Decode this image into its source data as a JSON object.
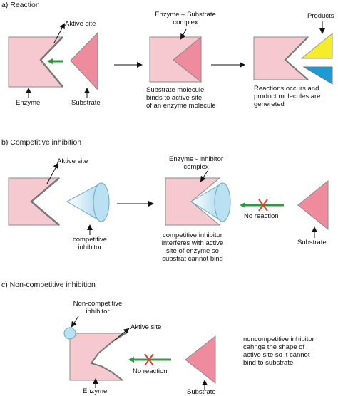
{
  "sections": {
    "reaction": {
      "title": "a) Reaction",
      "active_site": "Aktive site",
      "enzyme": "Enzyme",
      "substrate": "Substrate",
      "complex_line1": "Enzyme – Substrate",
      "complex_line2": "complex",
      "caption1_line1": "Substrate molecule",
      "caption1_line2": "binds to active site",
      "caption1_line3": "of an enzyme molecule",
      "products": "Products",
      "caption2_line1": "Reactions occurs and",
      "caption2_line2": "product molecules are",
      "caption2_line3": "genereted"
    },
    "competitive": {
      "title": "b) Competitive inhibition",
      "active_site": "Aktive site",
      "inhibitor_line1": "competitive",
      "inhibitor_line2": "inhibitor",
      "complex_line1": "Enzyme -  inhibitor",
      "complex_line2": "complex",
      "no_reaction": "No reaction",
      "substrate": "Substrate",
      "caption_line1": "competitive inhibitor",
      "caption_line2": "interferes with active",
      "caption_line3": "site of enzyme so",
      "caption_line4": "substrat cannot bind"
    },
    "noncompetitive": {
      "title": "c) Non-competitive inhibition",
      "inhibitor_line1": "Non-competitive",
      "inhibitor_line2": "inhibitor",
      "active_site": "Aktive site",
      "no_reaction": "No reaction",
      "enzyme": "Enzyme",
      "substrate": "Substrate",
      "caption_line1": "noncompetitive inhibitor",
      "caption_line2": "cahnge the shape of",
      "caption_line3": "active site so it cannot",
      "caption_line4": "bind to substrate"
    }
  },
  "colors": {
    "enzyme": "#f5c9cf",
    "substrate": "#ee8c9d",
    "inhibitor": "#b9e1f2",
    "product_yellow": "#f5ec2a",
    "product_blue": "#1c9ad6",
    "green_arrow": "#2e9a3e",
    "red_cross": "#d9402d",
    "outline": "#7a7a7a"
  }
}
